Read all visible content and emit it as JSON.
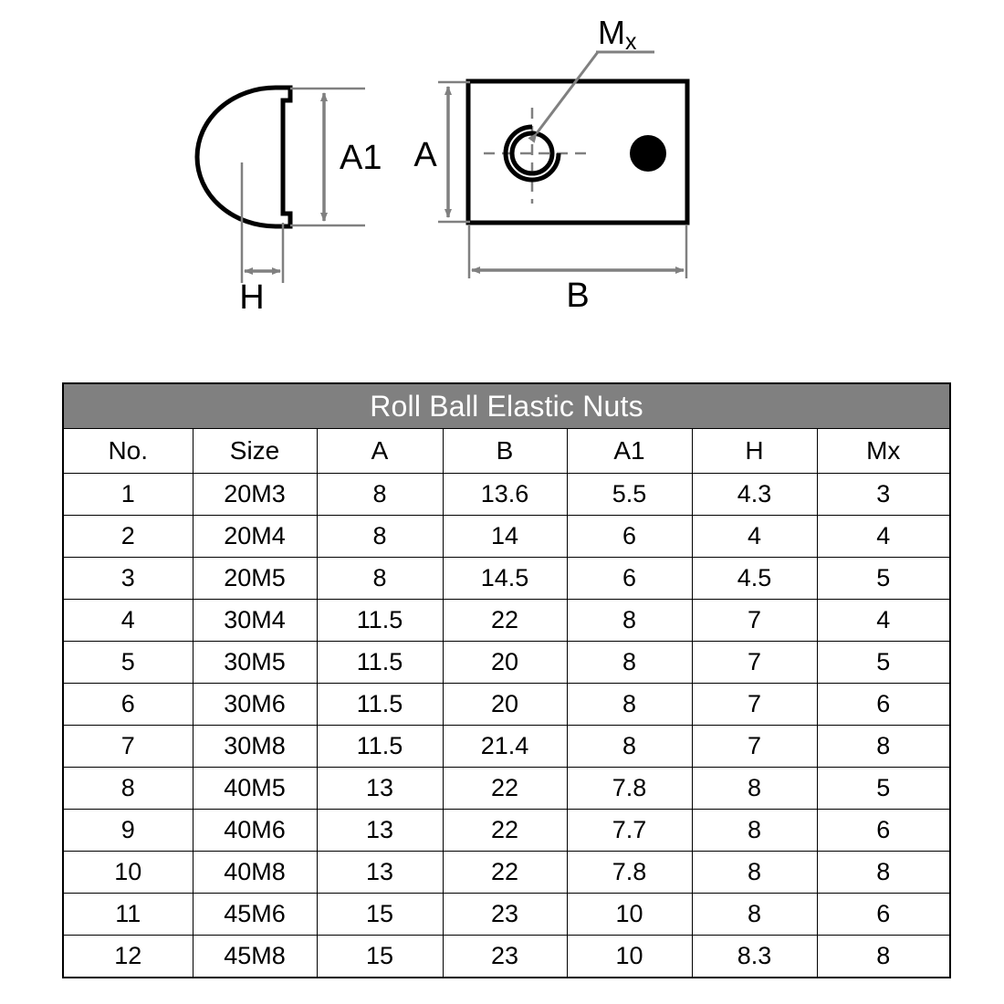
{
  "diagram": {
    "side_view": {
      "name": "side-profile-view",
      "dim_a1_label": "A1",
      "dim_h_label": "H"
    },
    "top_view": {
      "name": "top-plan-view",
      "dim_a_label": "A",
      "dim_b_label": "B",
      "callout_label_main": "M",
      "callout_label_sub": "x",
      "callout_full": "Mx"
    }
  },
  "table": {
    "title": "Roll Ball Elastic Nuts",
    "columns": [
      "No.",
      "Size",
      "A",
      "B",
      "A1",
      "H",
      "Mx"
    ],
    "rows": [
      [
        "1",
        "20M3",
        "8",
        "13.6",
        "5.5",
        "4.3",
        "3"
      ],
      [
        "2",
        "20M4",
        "8",
        "14",
        "6",
        "4",
        "4"
      ],
      [
        "3",
        "20M5",
        "8",
        "14.5",
        "6",
        "4.5",
        "5"
      ],
      [
        "4",
        "30M4",
        "11.5",
        "22",
        "8",
        "7",
        "4"
      ],
      [
        "5",
        "30M5",
        "11.5",
        "20",
        "8",
        "7",
        "5"
      ],
      [
        "6",
        "30M6",
        "11.5",
        "20",
        "8",
        "7",
        "6"
      ],
      [
        "7",
        "30M8",
        "11.5",
        "21.4",
        "8",
        "7",
        "8"
      ],
      [
        "8",
        "40M5",
        "13",
        "22",
        "7.8",
        "8",
        "5"
      ],
      [
        "9",
        "40M6",
        "13",
        "22",
        "7.7",
        "8",
        "6"
      ],
      [
        "10",
        "40M8",
        "13",
        "22",
        "7.8",
        "8",
        "8"
      ],
      [
        "11",
        "45M6",
        "15",
        "23",
        "10",
        "8",
        "6"
      ],
      [
        "12",
        "45M8",
        "15",
        "23",
        "10",
        "8.3",
        "8"
      ]
    ]
  },
  "colors": {
    "header_band": "#808080",
    "header_text": "#ffffff",
    "line": "#000000",
    "dimension_line": "#808080"
  }
}
